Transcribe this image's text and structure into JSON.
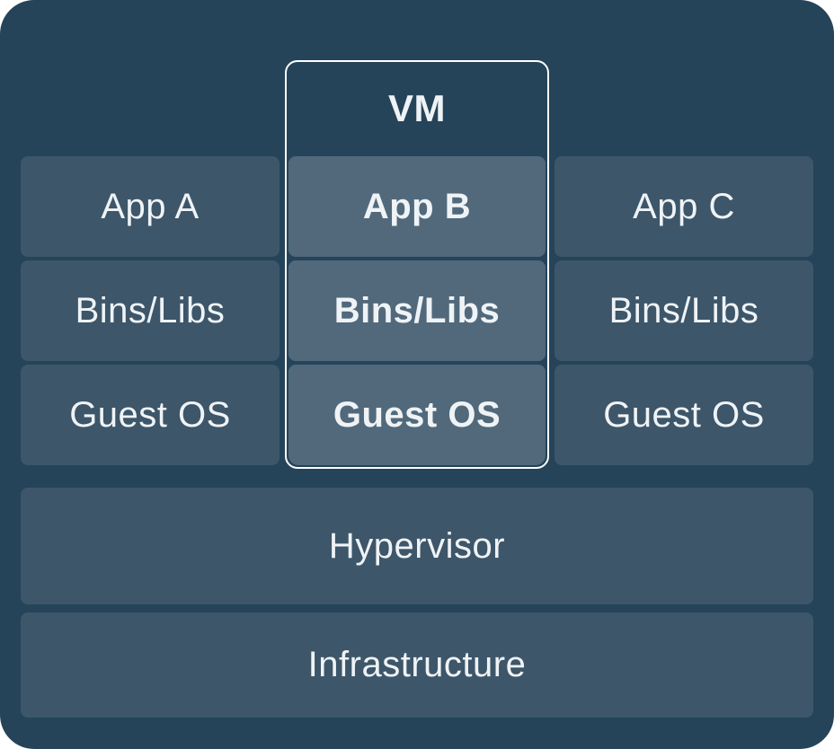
{
  "diagram": {
    "type": "vm-architecture",
    "vm": {
      "label": "VM",
      "app": "App B",
      "bins": "Bins/Libs",
      "os": "Guest OS"
    },
    "left": {
      "app": "App A",
      "bins": "Bins/Libs",
      "os": "Guest OS"
    },
    "right": {
      "app": "App C",
      "bins": "Bins/Libs",
      "os": "Guest OS"
    },
    "hypervisor": "Hypervisor",
    "infrastructure": "Infrastructure"
  },
  "colors": {
    "page_bg": "#FFFFFF",
    "panel_bg": "#254459",
    "box_bg": "#3D5669",
    "vm_box_bg": "#51697B",
    "vm_border": "#FFFFFF",
    "text": "#EFF3F6"
  }
}
